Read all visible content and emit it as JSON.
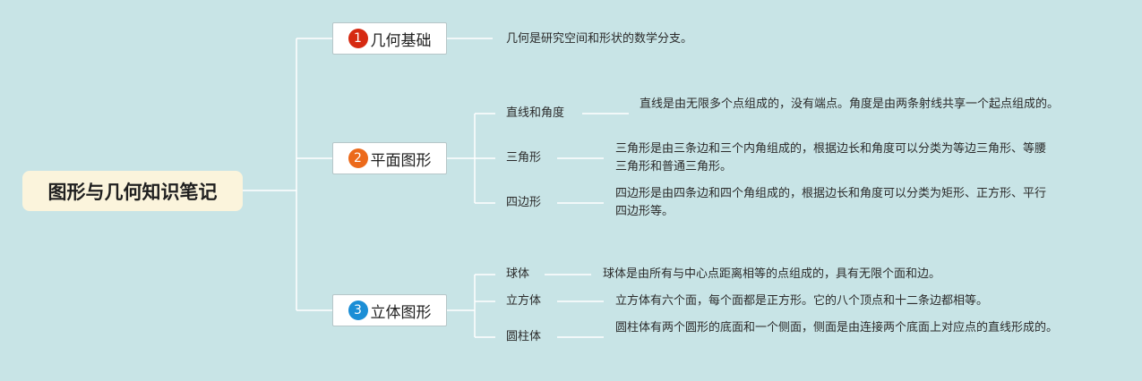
{
  "root": {
    "title": "图形与几何知识笔记"
  },
  "branches": [
    {
      "number": "1",
      "title": "几何基础",
      "color": "#d62a12",
      "description": "几何是研究空间和形状的数学分支。"
    },
    {
      "number": "2",
      "title": "平面图形",
      "color": "#ec6a1b",
      "topics": [
        {
          "label": "直线和角度",
          "description": "直线是由无限多个点组成的，没有端点。角度是由两条射线共享一个起点组成的。"
        },
        {
          "label": "三角形",
          "description": "三角形是由三条边和三个内角组成的，根据边长和角度可以分类为等边三角形、等腰三角形和普通三角形。"
        },
        {
          "label": "四边形",
          "description": "四边形是由四条边和四个角组成的，根据边长和角度可以分类为矩形、正方形、平行四边形等。"
        }
      ]
    },
    {
      "number": "3",
      "title": "立体图形",
      "color": "#1b8ed6",
      "topics": [
        {
          "label": "球体",
          "description": "球体是由所有与中心点距离相等的点组成的，具有无限个面和边。"
        },
        {
          "label": "立方体",
          "description": "立方体有六个面，每个面都是正方形。它的八个顶点和十二条边都相等。"
        },
        {
          "label": "圆柱体",
          "description": "圆柱体有两个圆形的底面和一个侧面，侧面是由连接两个底面上对应点的直线形成的。"
        }
      ]
    }
  ],
  "colors": {
    "background": "#c8e4e6",
    "connector": "#ffffff",
    "root_fill": "#fbf4dc"
  }
}
